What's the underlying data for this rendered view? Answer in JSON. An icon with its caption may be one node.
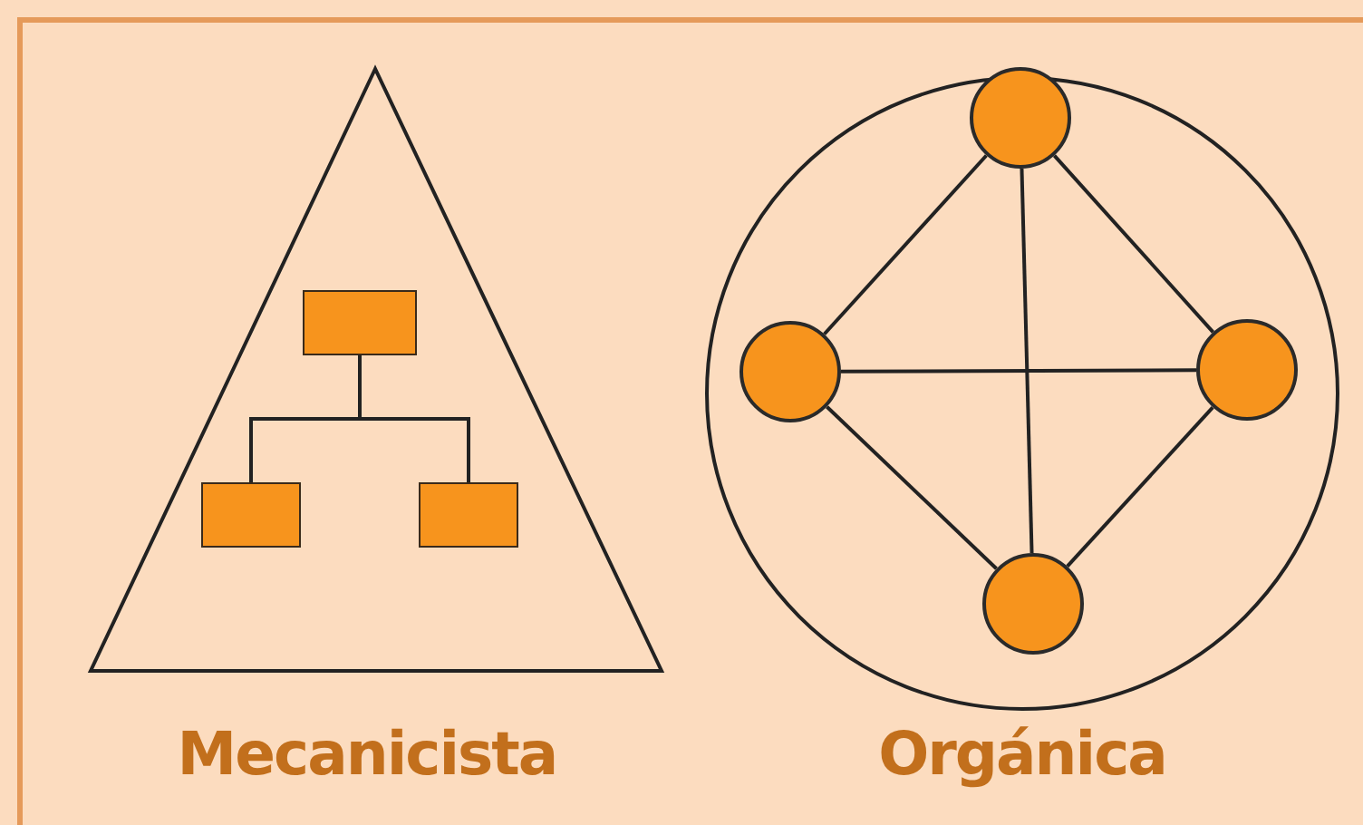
{
  "diagram": {
    "nodes": [
      {
        "text": [
          "Mecanicista"
        ]
      },
      {
        "text": [],
        "shape": "box",
        "in": 0
      },
      {
        "text": [],
        "shape": "box",
        "in": 0
      },
      {
        "text": [],
        "shape": "box",
        "in": 0
      },
      {
        "text": [
          "Orgánica"
        ]
      },
      {
        "text": [],
        "shape": "circle",
        "in": 4
      },
      {
        "text": [],
        "shape": "circle",
        "in": 4
      },
      {
        "text": [],
        "shape": "circle",
        "in": 4
      },
      {
        "text": [],
        "shape": "circle",
        "in": 4
      }
    ],
    "edges": [
      {
        "from": 1,
        "to": 2,
        "arrow": "none"
      },
      {
        "from": 1,
        "to": 3,
        "arrow": "none"
      },
      {
        "from": 5,
        "to": 6,
        "arrow": "none"
      },
      {
        "from": 5,
        "to": 7,
        "arrow": "none"
      },
      {
        "from": 5,
        "to": 8,
        "arrow": "none"
      },
      {
        "from": 6,
        "to": 7,
        "arrow": "none"
      },
      {
        "from": 6,
        "to": 8,
        "arrow": "none"
      },
      {
        "from": 7,
        "to": 8,
        "arrow": "none"
      }
    ]
  }
}
